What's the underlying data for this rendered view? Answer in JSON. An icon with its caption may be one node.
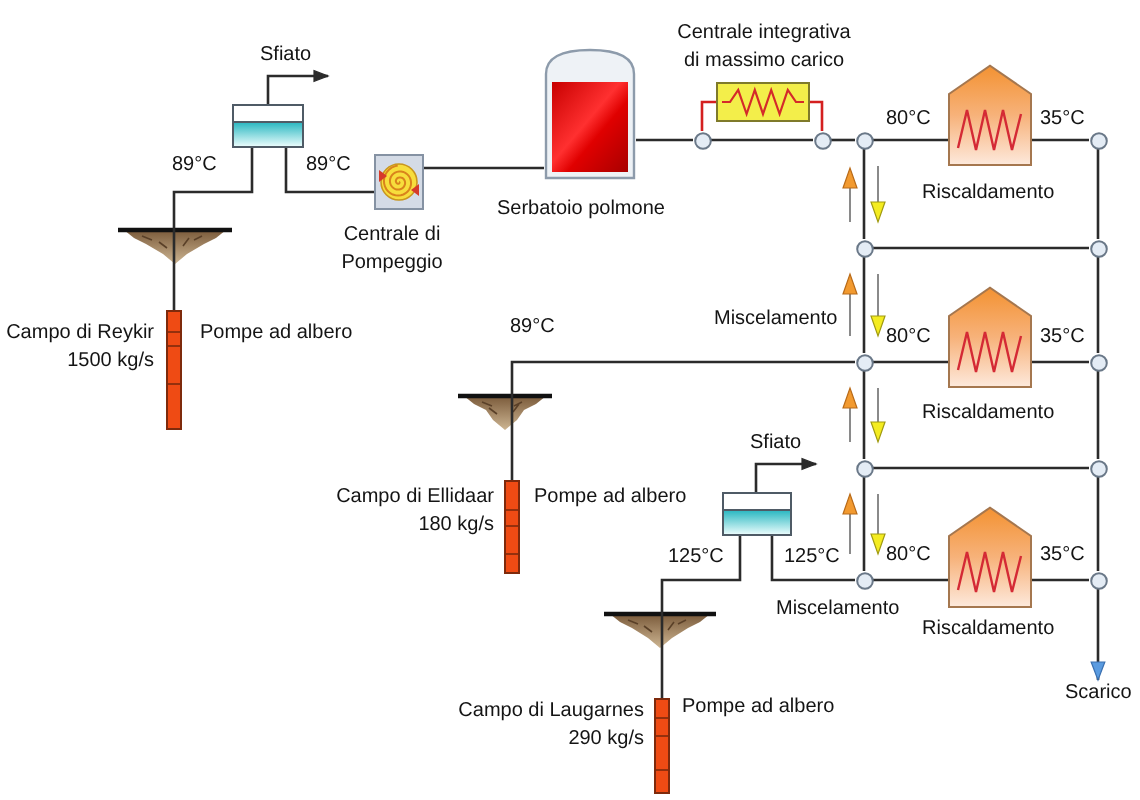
{
  "diagram": {
    "nodes": [
      {
        "text": [],
        "shape": "box"
      },
      {
        "text": [
          "Centrale di Pompeggio"
        ]
      },
      {
        "text": [
          "Serbatoio polmone"
        ]
      },
      {
        "text": [
          "Centrale integrativa di massimo carico"
        ]
      },
      {
        "text": [],
        "shape": "circle"
      },
      {
        "text": [],
        "shape": "circle"
      },
      {
        "text": [],
        "shape": "circle"
      },
      {
        "text": [
          "Riscaldamento"
        ]
      },
      {
        "text": [],
        "shape": "circle"
      },
      {
        "text": [
          "Pompe ad albero"
        ],
        "beside": [
          "Campo di Reykir 1500 kg/s"
        ]
      },
      {
        "text": [],
        "shape": "circle"
      },
      {
        "text": [],
        "shape": "circle"
      },
      {
        "text": [],
        "shape": "circle"
      },
      {
        "text": [
          "Riscaldamento"
        ]
      },
      {
        "text": [],
        "shape": "circle"
      },
      {
        "text": [
          "Pompe ad albero"
        ],
        "beside": [
          "Campo di Ellidaar 180 kg/s"
        ]
      },
      {
        "text": [],
        "shape": "box"
      },
      {
        "text": [],
        "shape": "circle"
      },
      {
        "text": [],
        "shape": "circle"
      },
      {
        "text": [],
        "shape": "circle"
      },
      {
        "text": [
          "Riscaldamento"
        ]
      },
      {
        "text": [],
        "shape": "circle"
      },
      {
        "text": [
          "Pompe ad albero"
        ],
        "beside": [
          "Campo di Laugarnes 290 kg/s"
        ]
      },
      {
        "text": [
          "Scarico"
        ]
      }
    ],
    "edges": [
      {
        "from": 9,
        "to": 0,
        "arrow": "none",
        "label": "89°C"
      },
      {
        "from": 0,
        "to": null,
        "arrow": "to",
        "label": "Sfiato"
      },
      {
        "from": 0,
        "to": 1,
        "arrow": "none",
        "label": "89°C"
      },
      {
        "from": 1,
        "to": 2,
        "arrow": "none"
      },
      {
        "from": 2,
        "to": 4,
        "arrow": "none"
      },
      {
        "from": 4,
        "to": 3,
        "arrow": "none",
        "color": "#d42020"
      },
      {
        "from": 3,
        "to": 5,
        "arrow": "none",
        "color": "#d42020"
      },
      {
        "from": 4,
        "to": 5,
        "arrow": "none"
      },
      {
        "from": 5,
        "to": 6,
        "arrow": "none"
      },
      {
        "from": 6,
        "to": 7,
        "arrow": "none",
        "label": "80°C"
      },
      {
        "from": 7,
        "to": 8,
        "arrow": "none",
        "label": "35°C"
      },
      {
        "from": 6,
        "to": 10,
        "arrow": "none"
      },
      {
        "from": 8,
        "to": 11,
        "arrow": "none"
      },
      {
        "from": 10,
        "to": 11,
        "arrow": "none"
      },
      {
        "from": 15,
        "to": 12,
        "arrow": "none",
        "label": "89°C"
      },
      {
        "from": 10,
        "to": 12,
        "arrow": "none"
      },
      {
        "from": 11,
        "to": 14,
        "arrow": "none"
      },
      {
        "from": 12,
        "to": 13,
        "arrow": "none",
        "label": "80°C"
      },
      {
        "from": 13,
        "to": 14,
        "arrow": "none",
        "label": "35°C"
      },
      {
        "from": 12,
        "to": 17,
        "arrow": "none"
      },
      {
        "from": 14,
        "to": 18,
        "arrow": "none"
      },
      {
        "from": 17,
        "to": 18,
        "arrow": "none"
      },
      {
        "from": 22,
        "to": 16,
        "arrow": "none",
        "label": "125°C"
      },
      {
        "from": 16,
        "to": null,
        "arrow": "to",
        "label": "Sfiato"
      },
      {
        "from": 16,
        "to": 19,
        "arrow": "none",
        "label": "125°C"
      },
      {
        "from": 17,
        "to": 19,
        "arrow": "none"
      },
      {
        "from": 18,
        "to": 21,
        "arrow": "none"
      },
      {
        "from": 19,
        "to": 20,
        "arrow": "none",
        "label": "80°C"
      },
      {
        "from": 20,
        "to": 21,
        "arrow": "none",
        "label": "35°C"
      },
      {
        "from": 21,
        "to": 23,
        "arrow": "to"
      }
    ],
    "labels": [
      "Miscelamento",
      "Miscelamento"
    ]
  }
}
